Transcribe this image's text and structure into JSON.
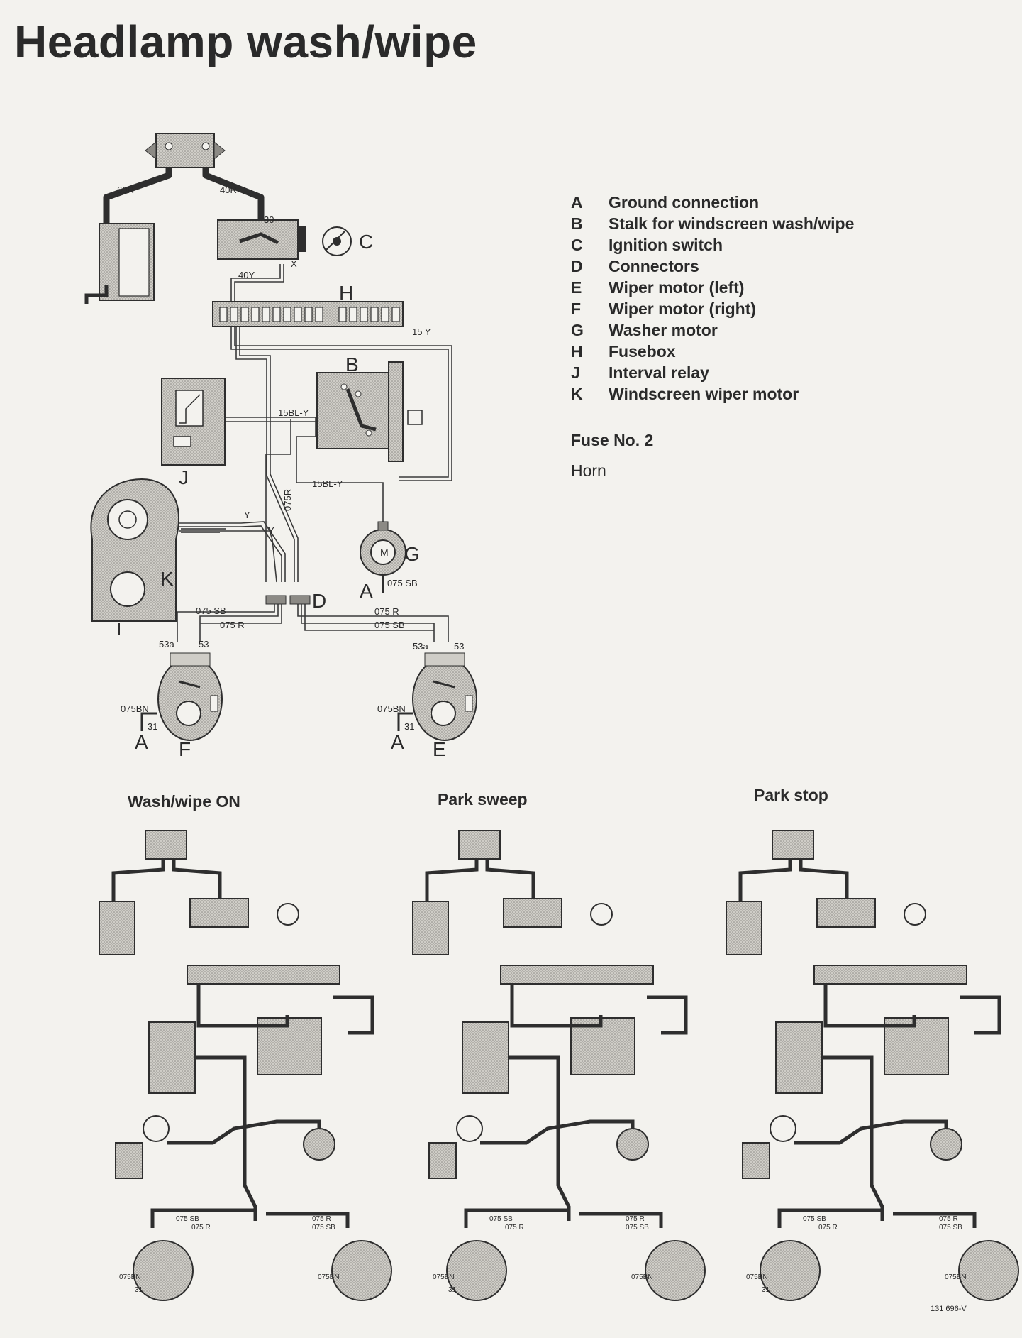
{
  "title": "Headlamp wash/wipe",
  "legend": [
    {
      "key": "A",
      "text": "Ground connection"
    },
    {
      "key": "B",
      "text": "Stalk for windscreen wash/wipe"
    },
    {
      "key": "C",
      "text": "Ignition switch"
    },
    {
      "key": "D",
      "text": "Connectors"
    },
    {
      "key": "E",
      "text": "Wiper motor (left)"
    },
    {
      "key": "F",
      "text": "Wiper motor (right)"
    },
    {
      "key": "G",
      "text": "Washer motor"
    },
    {
      "key": "H",
      "text": "Fusebox"
    },
    {
      "key": "J",
      "text": "Interval relay"
    },
    {
      "key": "K",
      "text": "Windscreen wiper motor"
    }
  ],
  "fuse": {
    "label": "Fuse No. 2",
    "note": "Horn"
  },
  "wire_labels": {
    "w60r": "60R",
    "w40r": "40R",
    "w40y": "40Y",
    "w15y": "15 Y",
    "w15bly": "15BL-Y",
    "w15bly2": "15BL-Y",
    "w075r": "075R",
    "y1": "Y",
    "y2": "Y",
    "sb_g": "075 SB",
    "sb_l": "075 SB",
    "r_l": "075 R",
    "r_r": "075 R",
    "sb_r": "075 SB",
    "bn_f": "075BN",
    "bn_e": "075BN",
    "t30": "30",
    "tx": "X",
    "t53a_f": "53a",
    "t53_f": "53",
    "t53a_e": "53a",
    "t53_e": "53",
    "t31_f": "31",
    "t31_e": "31"
  },
  "letters": {
    "A1": "A",
    "A2": "A",
    "A3": "A",
    "B": "B",
    "C": "C",
    "D": "D",
    "E": "E",
    "F": "F",
    "G": "G",
    "H": "H",
    "J": "J",
    "K": "K",
    "M": "M"
  },
  "subdiagrams": [
    "Wash/wipe ON",
    "Park sweep",
    "Park stop"
  ],
  "mini_labels": {
    "sb1": "075 SB",
    "r1": "075 R",
    "r2": "075 R",
    "sb2": "075 SB",
    "bn1": "075BN",
    "bn2": "075BN",
    "t31": "31"
  },
  "reference": "131 696-V"
}
